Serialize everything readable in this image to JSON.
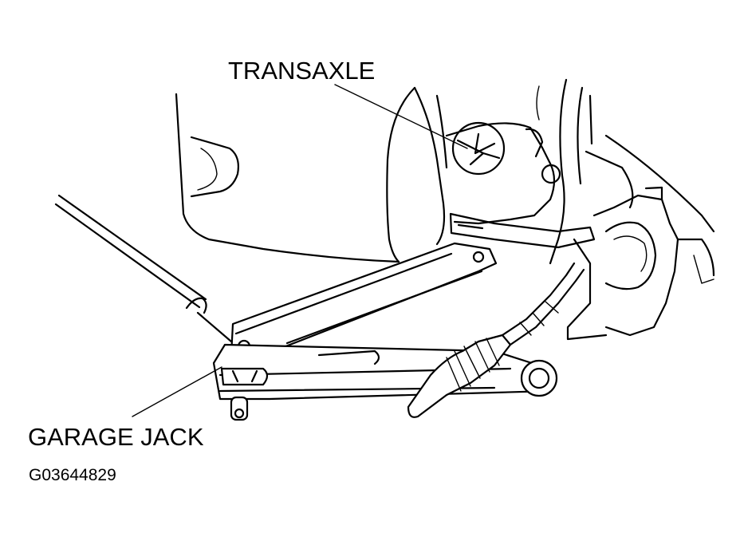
{
  "labels": {
    "transaxle": "TRANSAXLE",
    "garage_jack": "GARAGE JACK",
    "figure_id": "G03644829"
  },
  "colors": {
    "line": "#000000",
    "background": "#ffffff"
  }
}
